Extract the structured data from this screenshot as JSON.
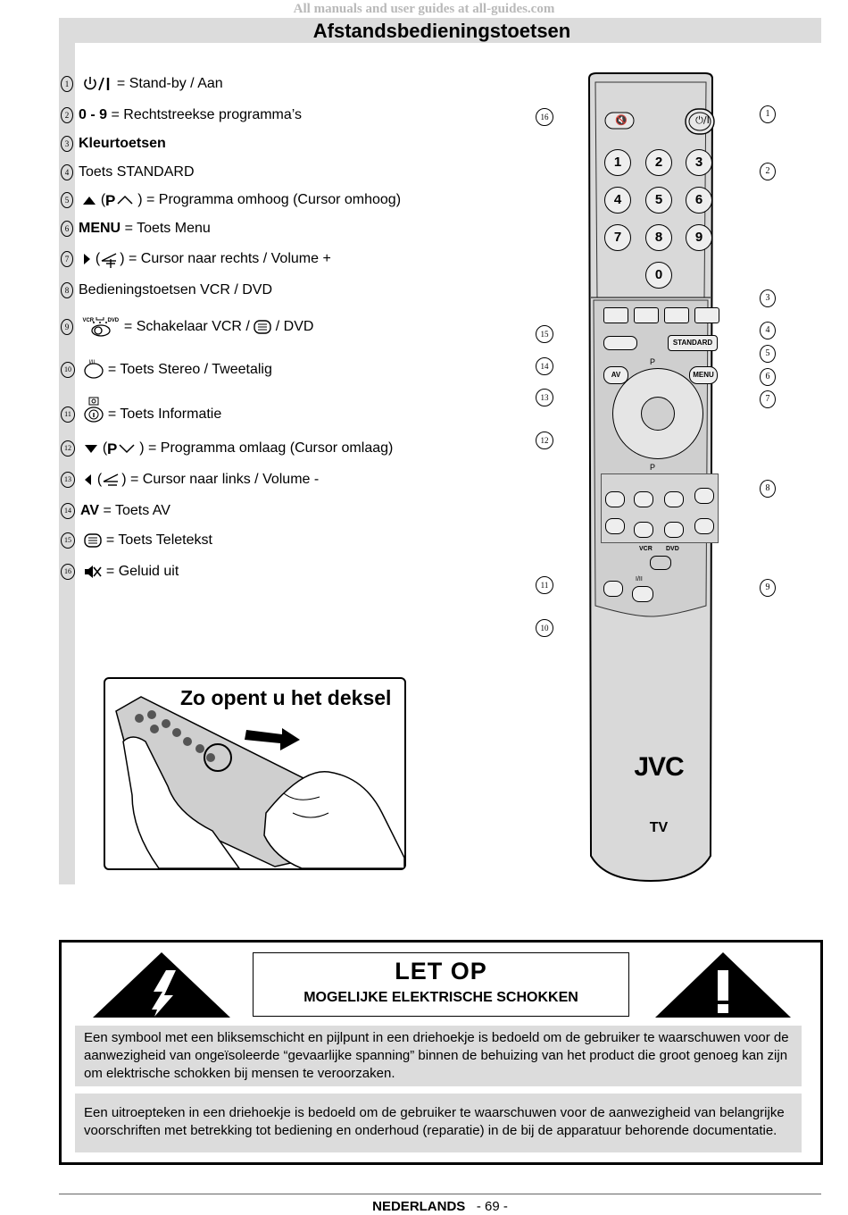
{
  "watermark": "All manuals and user guides at all-guides.com",
  "title": "Afstandsbedieningstoetsen",
  "items": [
    {
      "n": "1",
      "bold": "",
      "text": "= Stand-by / Aan"
    },
    {
      "n": "2",
      "bold": "0 - 9",
      "text": "= Rechtstreekse programma’s"
    },
    {
      "n": "3",
      "bold": "Kleurtoetsen",
      "text": ""
    },
    {
      "n": "4",
      "bold": "",
      "text": "Toets STANDARD"
    },
    {
      "n": "5",
      "bold": "",
      "text": "= Programma omhoog (Cursor omhoog)"
    },
    {
      "n": "6",
      "bold": "MENU",
      "text": "= Toets Menu"
    },
    {
      "n": "7",
      "bold": "",
      "text": ") = Cursor naar rechts / Volume +"
    },
    {
      "n": "8",
      "bold": "",
      "text": "Bedieningstoetsen VCR / DVD"
    },
    {
      "n": "9",
      "bold": "",
      "text": "= Schakelaar VCR /"
    },
    {
      "n": "10",
      "bold": "",
      "text": "= Toets Stereo / Tweetalig"
    },
    {
      "n": "11",
      "bold": "",
      "text": "= Toets Informatie"
    },
    {
      "n": "12",
      "bold": "",
      "text": "= Programma omlaag (Cursor omlaag)"
    },
    {
      "n": "13",
      "bold": "",
      "text": ") = Cursor naar links / Volume -"
    },
    {
      "n": "14",
      "bold": "AV",
      "text": "= Toets AV"
    },
    {
      "n": "15",
      "bold": "",
      "text": "= Toets Teletekst"
    },
    {
      "n": "16",
      "bold": "",
      "text": "= Geluid uit"
    }
  ],
  "item9_suffix": "/ DVD",
  "item9_small": {
    "vcr": "VCR",
    "dvd": "DVD"
  },
  "item10_small": "I/II",
  "remote": {
    "brand": "JVC",
    "model": "TV",
    "digits": [
      "1",
      "2",
      "3",
      "4",
      "5",
      "6",
      "7",
      "8",
      "9",
      "0"
    ],
    "standard": "STANDARD",
    "menu": "MENU",
    "av": "AV",
    "p": "P",
    "vcr": "VCR",
    "dvd": "DVD",
    "stereo": "I/II",
    "power": "⏻/I",
    "callouts_right": [
      "1",
      "2",
      "3",
      "4",
      "5",
      "6",
      "7",
      "8",
      "9"
    ],
    "callouts_left": [
      "16",
      "15",
      "14",
      "13",
      "12",
      "11",
      "10"
    ]
  },
  "cover": {
    "caption": "Zo opent u het deksel"
  },
  "warning": {
    "title": "LET OP",
    "subtitle": "MOGELIJKE ELEKTRISCHE SCHOKKEN",
    "para1": "Een symbool met een bliksemschicht en pijlpunt in een driehoekje is bedoeld om de gebruiker te waarschuwen voor de aanwezigheid van ongeïsoleerde “gevaarlijke spanning” binnen de behuizing van het product die groot genoeg kan zijn om elektrische schokken bij mensen te veroorzaken.",
    "para2": "Een uitroepteken in een driehoekje is bedoeld om de gebruiker te waarschuwen voor de aanwezigheid van belangrijke voorschriften met betrekking tot bediening en onderhoud (reparatie) in de bij de apparatuur behorende documentatie.",
    "excl": "!"
  },
  "footer": {
    "lang": "NEDERLANDS",
    "page": "- 69 -"
  }
}
